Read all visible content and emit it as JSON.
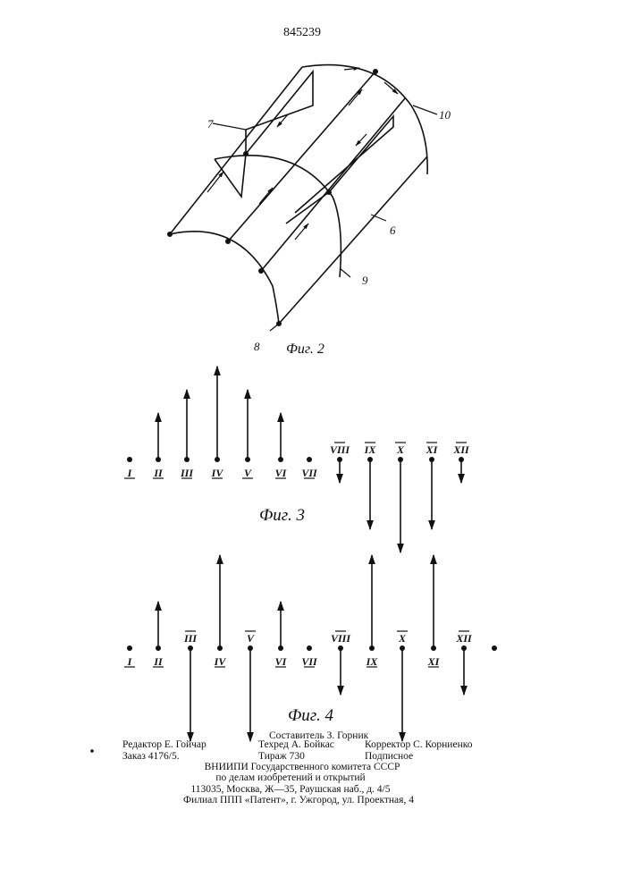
{
  "patent_number": "845239",
  "fig2": {
    "caption": "Фиг. 2",
    "labels": [
      "7",
      "10",
      "6",
      "9",
      "8"
    ]
  },
  "fig3": {
    "caption": "Фиг. 3",
    "points": [
      {
        "label": "I",
        "dir": 0,
        "mag": 0
      },
      {
        "label": "II",
        "dir": 1,
        "mag": 2
      },
      {
        "label": "III",
        "dir": 1,
        "mag": 3
      },
      {
        "label": "IV",
        "dir": 1,
        "mag": 4
      },
      {
        "label": "V",
        "dir": 1,
        "mag": 3
      },
      {
        "label": "VI",
        "dir": 1,
        "mag": 2
      },
      {
        "label": "VII",
        "dir": 0,
        "mag": 0
      },
      {
        "label": "VIII",
        "dir": -1,
        "mag": 1
      },
      {
        "label": "IX",
        "dir": -1,
        "mag": 3
      },
      {
        "label": "X",
        "dir": -1,
        "mag": 4
      },
      {
        "label": "XI",
        "dir": -1,
        "mag": 3
      },
      {
        "label": "XII",
        "dir": -1,
        "mag": 1
      }
    ]
  },
  "fig4": {
    "caption": "Фиг. 4",
    "points": [
      {
        "label": "I",
        "dir": 0,
        "mag": 0
      },
      {
        "label": "II",
        "dir": 1,
        "mag": 2
      },
      {
        "label": "III",
        "dir": -1,
        "mag": 4
      },
      {
        "label": "IV",
        "dir": 1,
        "mag": 4
      },
      {
        "label": "V",
        "dir": -1,
        "mag": 4
      },
      {
        "label": "VI",
        "dir": 1,
        "mag": 2
      },
      {
        "label": "VII",
        "dir": 0,
        "mag": 0
      },
      {
        "label": "VIII",
        "dir": -1,
        "mag": 2
      },
      {
        "label": "IX",
        "dir": 1,
        "mag": 4
      },
      {
        "label": "X",
        "dir": -1,
        "mag": 4
      },
      {
        "label": "XI",
        "dir": 1,
        "mag": 4
      },
      {
        "label": "XII",
        "dir": -1,
        "mag": 2
      },
      {
        "label": "",
        "dir": 0,
        "mag": 0
      }
    ]
  },
  "footer": {
    "compiler": "Составитель З. Горник",
    "editor": "Редактор Е. Гойчар",
    "techred": "Техред А. Бойкас",
    "corrector": "Корректор С. Корниенко",
    "order": "Заказ 4176/5.",
    "print_run": "Тираж 730",
    "subscription": "Подписное",
    "org1": "ВНИИПИ Государственного комитета СССР",
    "org2": "по делам изобретений и открытий",
    "address": "113035, Москва, Ж—35, Раушская наб., д. 4/5",
    "branch": "Филиал ППП «Патент», г. Ужгород, ул. Проектная, 4"
  }
}
